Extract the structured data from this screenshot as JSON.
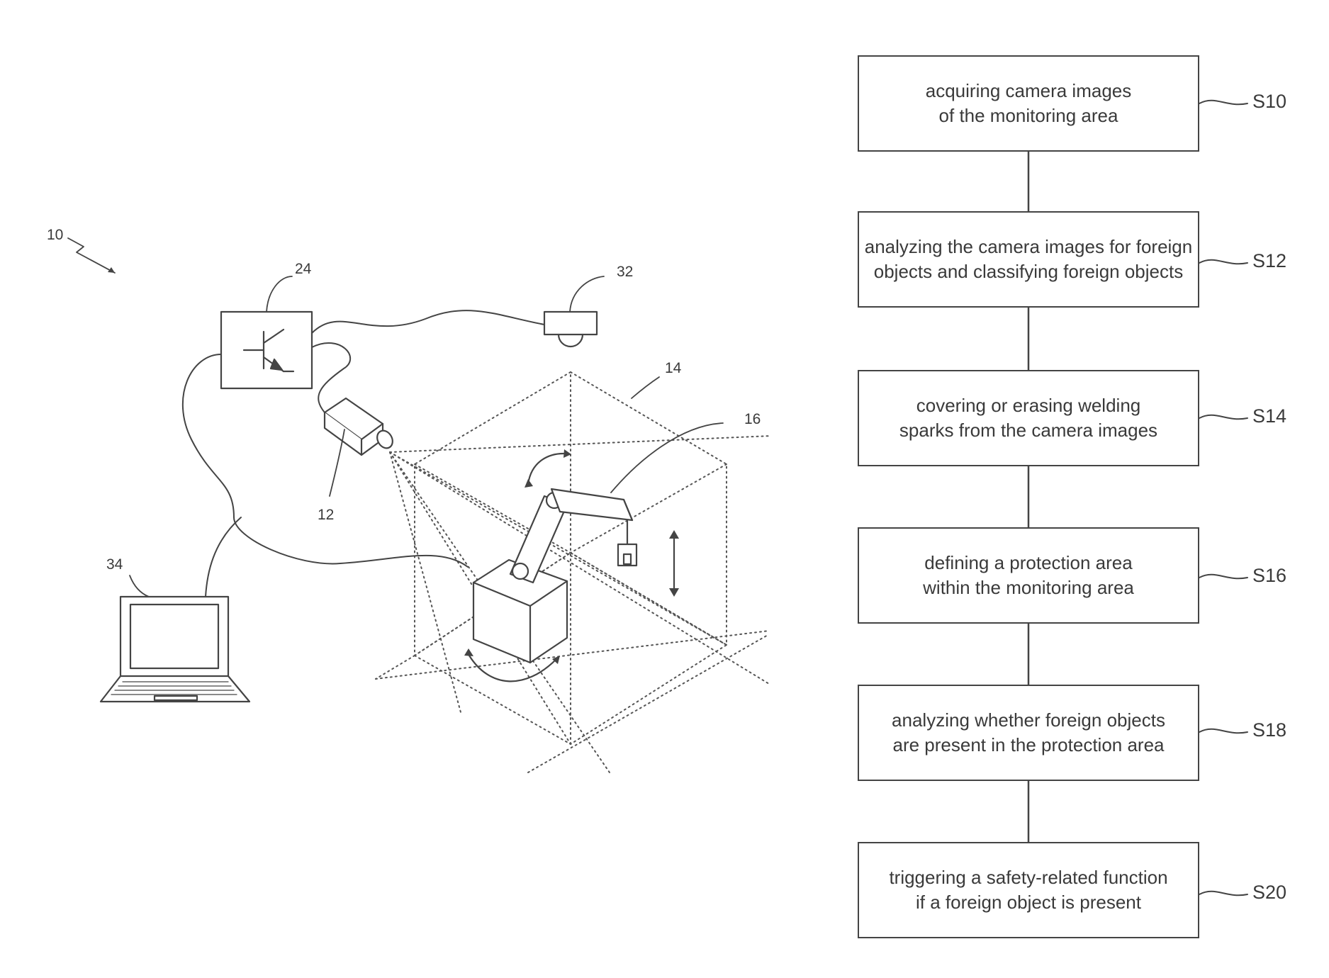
{
  "reference_numerals": {
    "system": "10",
    "camera": "12",
    "monitoring_area": "14",
    "robot": "16",
    "control_unit": "24",
    "warning_device": "32",
    "laptop": "34"
  },
  "flowchart": {
    "steps": [
      {
        "id": "S10",
        "lines": [
          "acquiring camera images",
          "of the monitoring area"
        ]
      },
      {
        "id": "S12",
        "lines": [
          "analyzing the camera images for foreign",
          "objects and classifying foreign objects"
        ]
      },
      {
        "id": "S14",
        "lines": [
          "covering or erasing welding",
          "sparks from the camera images"
        ]
      },
      {
        "id": "S16",
        "lines": [
          "defining a protection area",
          "within the monitoring area"
        ]
      },
      {
        "id": "S18",
        "lines": [
          "analyzing whether foreign objects",
          "are present in the protection area"
        ]
      },
      {
        "id": "S20",
        "lines": [
          "triggering a safety-related function",
          "if a foreign object is present"
        ]
      }
    ]
  }
}
